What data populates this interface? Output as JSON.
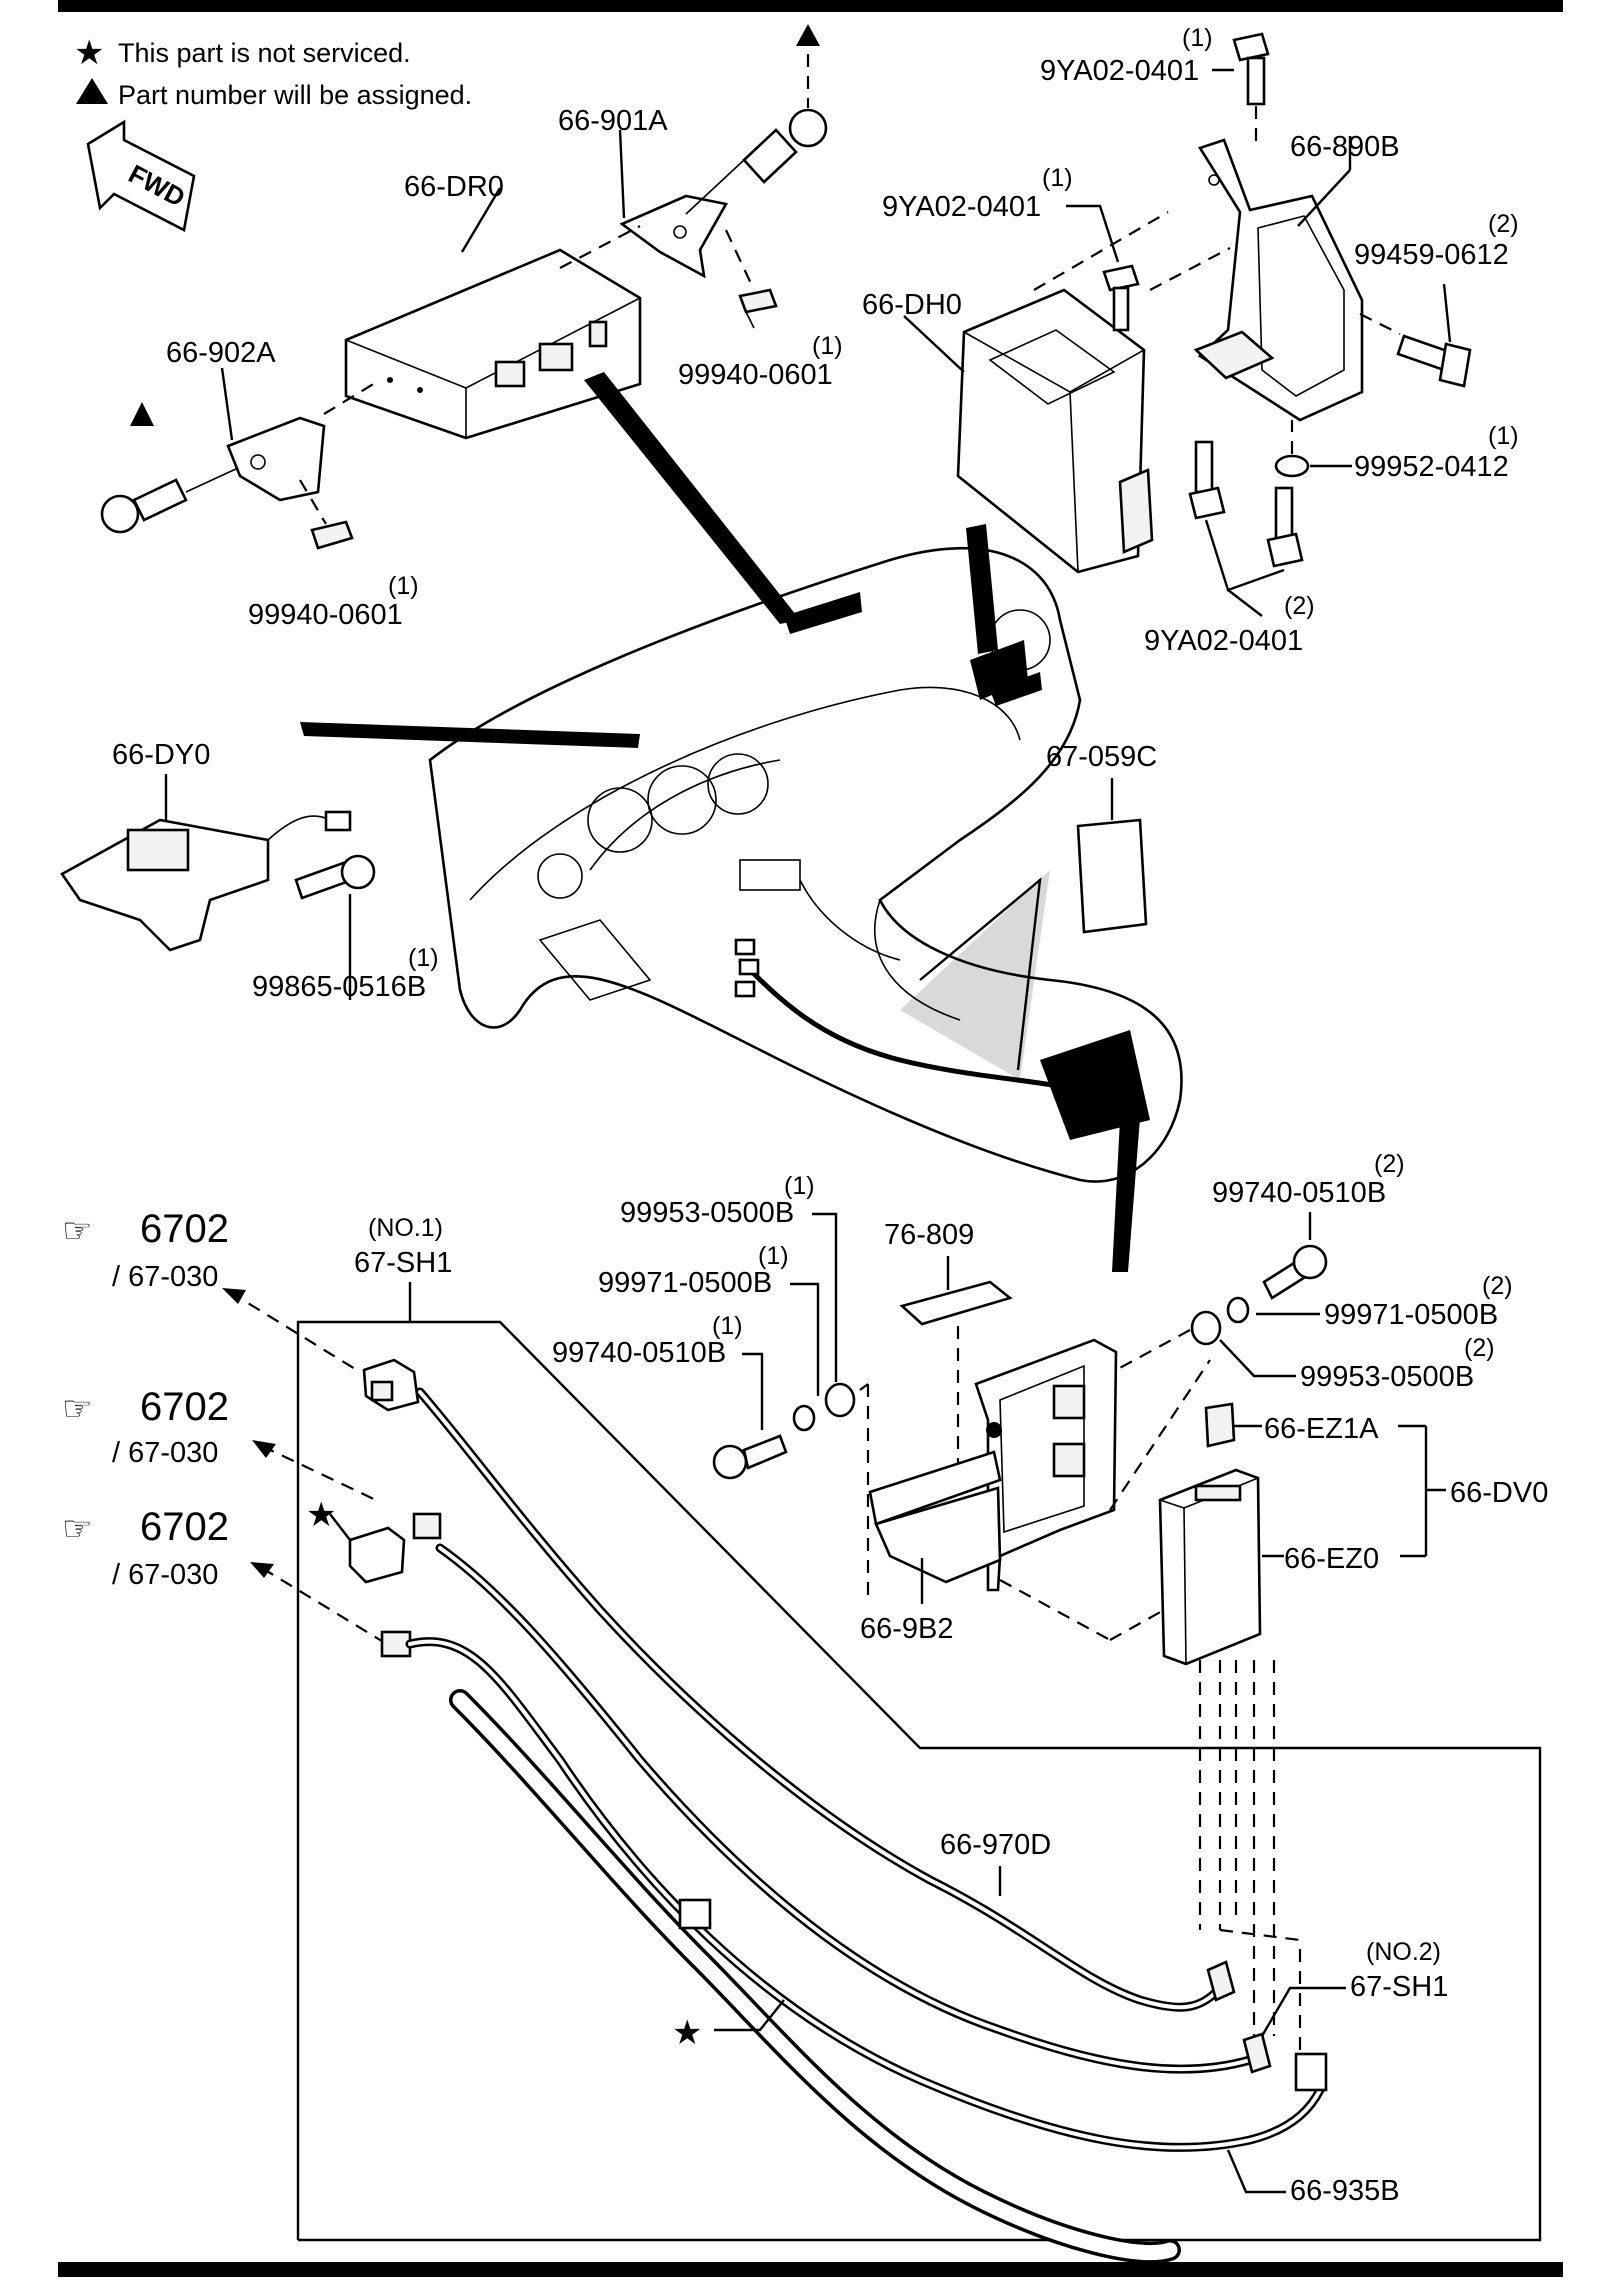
{
  "legend": {
    "not_serviced": "This part is not serviced.",
    "number_assigned": "Part number will be assigned.",
    "fwd": "FWD"
  },
  "labels": {
    "p66_901a": "66-901A",
    "p66_dr0": "66-DR0",
    "p66_902a": "66-902A",
    "p99940_0601_top": "99940-0601",
    "p99940_0601_top_qty": "(1)",
    "p99940_0601_left": "99940-0601",
    "p99940_0601_left_qty": "(1)",
    "p9ya02_0401_a": "9YA02-0401",
    "p9ya02_0401_a_qty": "(1)",
    "p9ya02_0401_b": "9YA02-0401",
    "p9ya02_0401_b_qty": "(1)",
    "p9ya02_0401_c": "9YA02-0401",
    "p9ya02_0401_c_qty": "(2)",
    "p66_890b": "66-890B",
    "p99459_0612": "99459-0612",
    "p99459_0612_qty": "(2)",
    "p66_dh0": "66-DH0",
    "p99952_0412": "99952-0412",
    "p99952_0412_qty": "(1)",
    "p66_dy0": "66-DY0",
    "p99865_0516b": "99865-0516B",
    "p99865_0516b_qty": "(1)",
    "p67_059c": "67-059C",
    "p99953_0500b_l": "99953-0500B",
    "p99953_0500b_l_qty": "(1)",
    "p99971_0500b_l": "99971-0500B",
    "p99971_0500b_l_qty": "(1)",
    "p99740_0510b_l": "99740-0510B",
    "p99740_0510b_l_qty": "(1)",
    "p76_809": "76-809",
    "p99740_0510b_r": "99740-0510B",
    "p99740_0510b_r_qty": "(2)",
    "p99971_0500b_r": "99971-0500B",
    "p99971_0500b_r_qty": "(2)",
    "p99953_0500b_r": "99953-0500B",
    "p99953_0500b_r_qty": "(2)",
    "p66_ez1a": "66-EZ1A",
    "p66_dv0": "66-DV0",
    "p66_ez0": "66-EZ0",
    "p66_9b2": "66-9B2",
    "p67_sh1_no1_tag": "(NO.1)",
    "p67_sh1_no1": "67-SH1",
    "p67_sh1_no2_tag": "(NO.2)",
    "p67_sh1_no2": "67-SH1",
    "p66_970d": "66-970D",
    "p66_935b": "66-935B"
  },
  "refs": [
    {
      "code": "6702",
      "sub": "/ 67-030"
    },
    {
      "code": "6702",
      "sub": "/ 67-030"
    },
    {
      "code": "6702",
      "sub": "/ 67-030"
    }
  ]
}
